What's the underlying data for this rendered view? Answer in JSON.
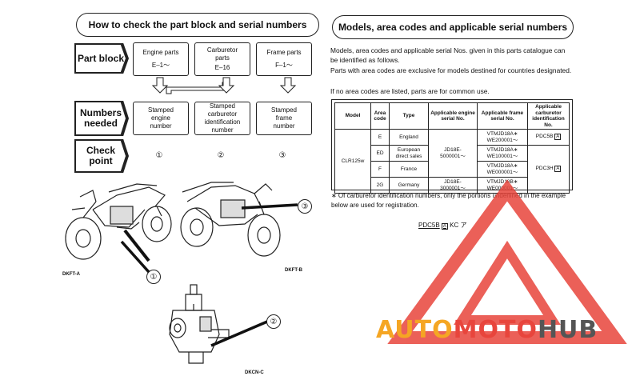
{
  "left": {
    "title": "How to check the part block and serial numbers",
    "row_part_block": "Part block",
    "row_numbers_needed": "Numbers needed",
    "row_check_point": "Check point",
    "parts": [
      {
        "name": "Engine parts",
        "code": "E–1〜",
        "stamped": "Stamped engine number",
        "point": "①"
      },
      {
        "name": "Carburetor parts",
        "code": "E–16",
        "stamped": "Stamped carburetor identification number",
        "point": "②"
      },
      {
        "name": "Frame parts",
        "code": "F–1〜",
        "stamped": "Stamped frame number",
        "point": "③"
      }
    ],
    "captions": {
      "left_bike": "DKFT-A",
      "right_bike": "DKFT-B",
      "carb": "DKCN-C"
    },
    "callouts": {
      "one": "①",
      "two": "②",
      "three": "③"
    }
  },
  "right": {
    "title": "Models, area codes and applicable serial numbers",
    "para1": "Models, area codes and applicable serial Nos. given in this parts catalogue can be identified as follows.",
    "para2": "Parts with area codes are exclusive for models destined for countries designated.",
    "para3": "If no area codes are listed, parts are for common use.",
    "table": {
      "headers": [
        "Model",
        "Area code",
        "Type",
        "Applicable engine serial No.",
        "Applicable frame serial No.",
        "Applicable carburetor identification No."
      ],
      "model": "CLR125w",
      "rows": [
        {
          "area": "E",
          "type": "England",
          "frame1": "VTMJD18A∗",
          "frame2": "WE200001〜"
        },
        {
          "area": "ED",
          "type": "European direct sales",
          "frame1": "VTMJD18A∗",
          "frame2": "WE100001〜"
        },
        {
          "area": "F",
          "type": "France",
          "frame1": "VTMJD18A∗",
          "frame2": "WE000001〜"
        },
        {
          "area": "2G",
          "type": "Germany",
          "frame1": "VTMJD18B∗",
          "frame2": "WE000001〜"
        }
      ],
      "engine_a1": "JD18E-",
      "engine_a2": "5000001〜",
      "engine_b1": "JD18E-",
      "engine_b2": "3000001〜",
      "carb_a": "PDC5B",
      "carb_b": "PDC3H",
      "carb_mark": "A"
    },
    "note": "∗ Of carburetor identification numbers, only the portions underlined in the example below are used for registration.",
    "example_code": "PDC5B",
    "example_mark": "A",
    "example_tail": "KC ア"
  },
  "watermark": {
    "part1": "AUTO",
    "part2": "MOTO",
    "part3": "HUB"
  },
  "colors": {
    "watermark_orange": "#f5a623",
    "watermark_red": "#e8453c",
    "watermark_gray": "#555555",
    "ink": "#111111"
  }
}
